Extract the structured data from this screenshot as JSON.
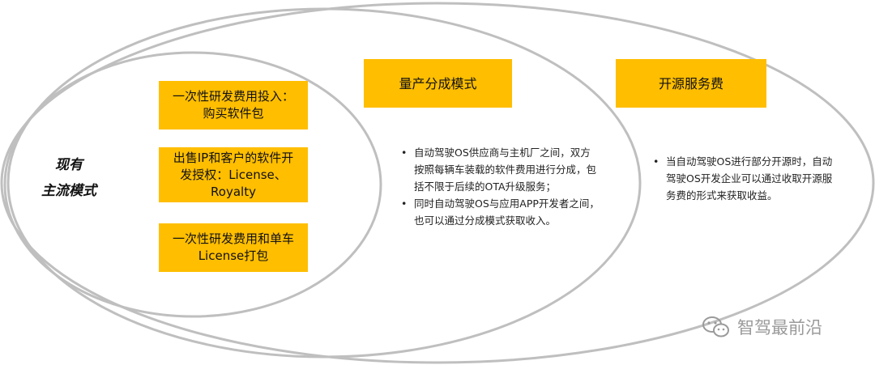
{
  "diagram": {
    "inner_label": "现有\n主流模式",
    "inner_boxes": [
      {
        "text": "一次性研发费用投入：\n购买软件包"
      },
      {
        "text": "出售IP和客户的软件开\n发授权：License、\nRoyalty"
      },
      {
        "text": "一次性研发费用和单车\nLicense打包"
      }
    ],
    "middle": {
      "title": "量产分成模式",
      "bullets": [
        "自动驾驶OS供应商与主机厂之间，双方\n按照每辆车装载的软件费用进行分成，包\n括不限于后续的OTA升级服务；",
        "同时自动驾驶OS与应用APP开发者之间，\n也可以通过分成模式获取收入。"
      ]
    },
    "outer": {
      "title": "开源服务费",
      "bullets": [
        "当自动驾驶OS进行部分开源时，自动\n驾驶OS开发企业可以通过收取开源服\n务费的形式来获取收益。"
      ]
    }
  },
  "watermark": {
    "text": "智驾最前沿",
    "icon": "wechat-icon"
  },
  "colors": {
    "box_fill": "#FFBE00",
    "ellipse_stroke": "#BFBFBF"
  }
}
